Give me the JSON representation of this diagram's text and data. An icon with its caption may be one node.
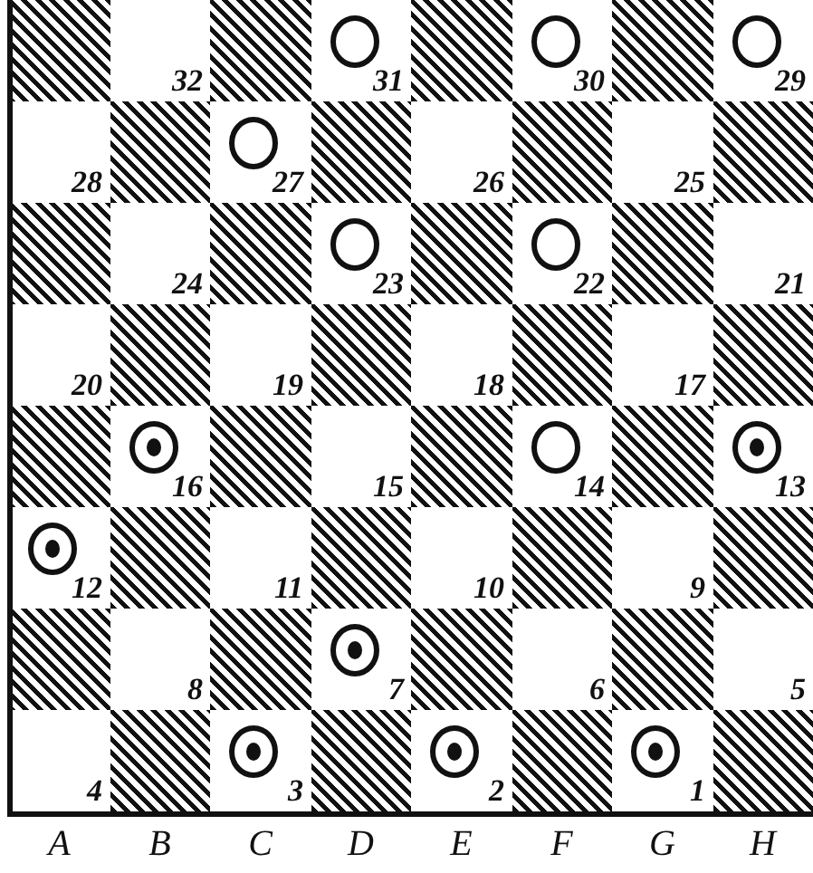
{
  "diagram": {
    "nodes": [
      {
        "text": [
          "32"
        ]
      },
      {
        "text": [
          "31"
        ]
      },
      {
        "text": [],
        "shape": "circle",
        "in": 1
      },
      {
        "text": [
          "30"
        ]
      },
      {
        "text": [],
        "shape": "circle",
        "in": 3
      },
      {
        "text": [
          "29"
        ]
      },
      {
        "text": [],
        "shape": "circle",
        "in": 5
      },
      {
        "text": [
          "28"
        ]
      },
      {
        "text": [
          "27"
        ]
      },
      {
        "text": [],
        "shape": "circle",
        "in": 8
      },
      {
        "text": [
          "26"
        ]
      },
      {
        "text": [
          "25"
        ]
      },
      {
        "text": [
          "24"
        ]
      },
      {
        "text": [
          "23"
        ]
      },
      {
        "text": [],
        "shape": "circle",
        "in": 13
      },
      {
        "text": [
          "22"
        ]
      },
      {
        "text": [],
        "shape": "circle",
        "in": 15
      },
      {
        "text": [
          "21"
        ]
      },
      {
        "text": [
          "20"
        ]
      },
      {
        "text": [
          "19"
        ]
      },
      {
        "text": [
          "18"
        ]
      },
      {
        "text": [
          "17"
        ]
      },
      {
        "text": [
          "16"
        ]
      },
      {
        "text": [],
        "shape": "bullseye",
        "in": 22
      },
      {
        "text": [
          "15"
        ]
      },
      {
        "text": [
          "14"
        ]
      },
      {
        "text": [],
        "shape": "circle",
        "in": 25
      },
      {
        "text": [
          "13"
        ]
      },
      {
        "text": [],
        "shape": "bullseye",
        "in": 27
      },
      {
        "text": [
          "12"
        ]
      },
      {
        "text": [],
        "shape": "bullseye",
        "in": 29
      },
      {
        "text": [
          "11"
        ]
      },
      {
        "text": [
          "10"
        ]
      },
      {
        "text": [
          "9"
        ]
      },
      {
        "text": [
          "8"
        ]
      },
      {
        "text": [
          "7"
        ]
      },
      {
        "text": [],
        "shape": "bullseye",
        "in": 35
      },
      {
        "text": [
          "6"
        ]
      },
      {
        "text": [
          "5"
        ]
      },
      {
        "text": [
          "4"
        ]
      },
      {
        "text": [
          "3"
        ]
      },
      {
        "text": [],
        "shape": "bullseye",
        "in": 40
      },
      {
        "text": [
          "2"
        ]
      },
      {
        "text": [],
        "shape": "bullseye",
        "in": 42
      },
      {
        "text": [
          "1"
        ]
      },
      {
        "text": [],
        "shape": "bullseye",
        "in": 44
      }
    ],
    "labels": [
      "A",
      "B",
      "C",
      "D",
      "E",
      "F",
      "G",
      "H"
    ]
  }
}
